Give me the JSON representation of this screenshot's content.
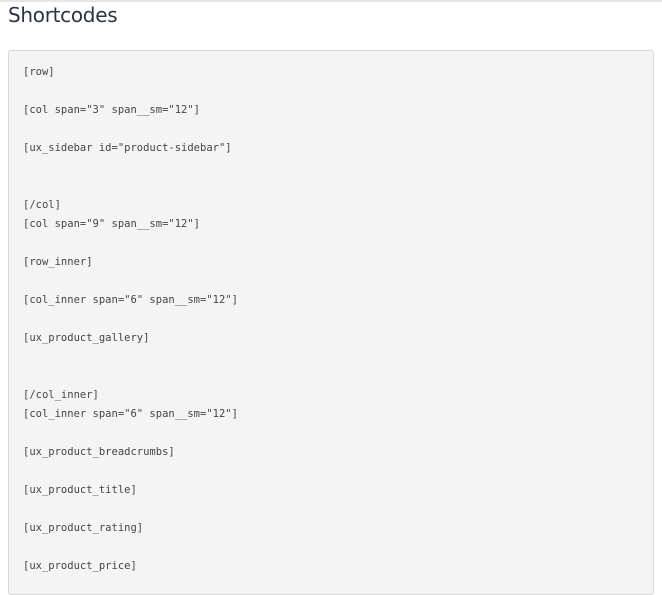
{
  "page": {
    "title": "Shortcodes"
  },
  "code": {
    "lines": [
      "[row]",
      "",
      "[col span=\"3\" span__sm=\"12\"]",
      "",
      "[ux_sidebar id=\"product-sidebar\"]",
      "",
      "",
      "[/col]",
      "[col span=\"9\" span__sm=\"12\"]",
      "",
      "[row_inner]",
      "",
      "[col_inner span=\"6\" span__sm=\"12\"]",
      "",
      "[ux_product_gallery]",
      "",
      "",
      "[/col_inner]",
      "[col_inner span=\"6\" span__sm=\"12\"]",
      "",
      "[ux_product_breadcrumbs]",
      "",
      "[ux_product_title]",
      "",
      "[ux_product_rating]",
      "",
      "[ux_product_price]",
      ""
    ]
  }
}
